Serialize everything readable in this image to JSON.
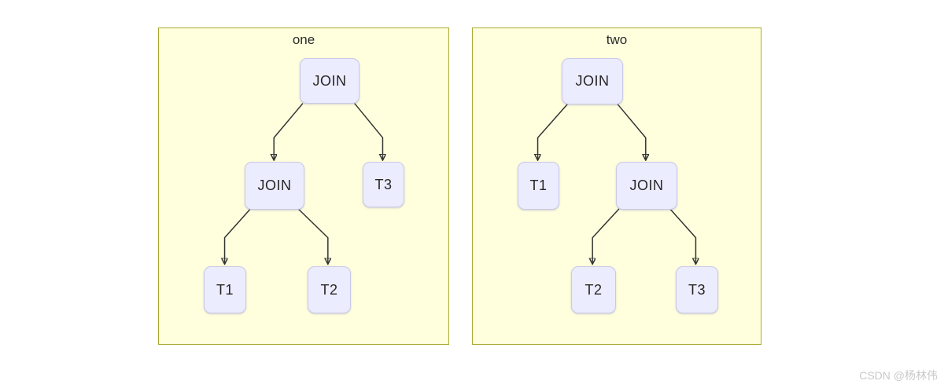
{
  "watermark": "CSDN @杨林伟",
  "colors": {
    "panel_bg": "#ffffde",
    "panel_border": "#aaaa33",
    "node_bg": "#ececff",
    "node_border": "#c9c9e8",
    "edge": "#333333"
  },
  "panels": [
    {
      "title": "one",
      "nodes": [
        {
          "id": "join-root",
          "label": "JOIN"
        },
        {
          "id": "join-child",
          "label": "JOIN"
        },
        {
          "id": "t3",
          "label": "T3"
        },
        {
          "id": "t1",
          "label": "T1"
        },
        {
          "id": "t2",
          "label": "T2"
        }
      ],
      "edges": [
        {
          "from": "join-root",
          "to": "join-child"
        },
        {
          "from": "join-root",
          "to": "t3"
        },
        {
          "from": "join-child",
          "to": "t1"
        },
        {
          "from": "join-child",
          "to": "t2"
        }
      ]
    },
    {
      "title": "two",
      "nodes": [
        {
          "id": "join-root",
          "label": "JOIN"
        },
        {
          "id": "t1",
          "label": "T1"
        },
        {
          "id": "join-child",
          "label": "JOIN"
        },
        {
          "id": "t2",
          "label": "T2"
        },
        {
          "id": "t3",
          "label": "T3"
        }
      ],
      "edges": [
        {
          "from": "join-root",
          "to": "t1"
        },
        {
          "from": "join-root",
          "to": "join-child"
        },
        {
          "from": "join-child",
          "to": "t2"
        },
        {
          "from": "join-child",
          "to": "t3"
        }
      ]
    }
  ]
}
